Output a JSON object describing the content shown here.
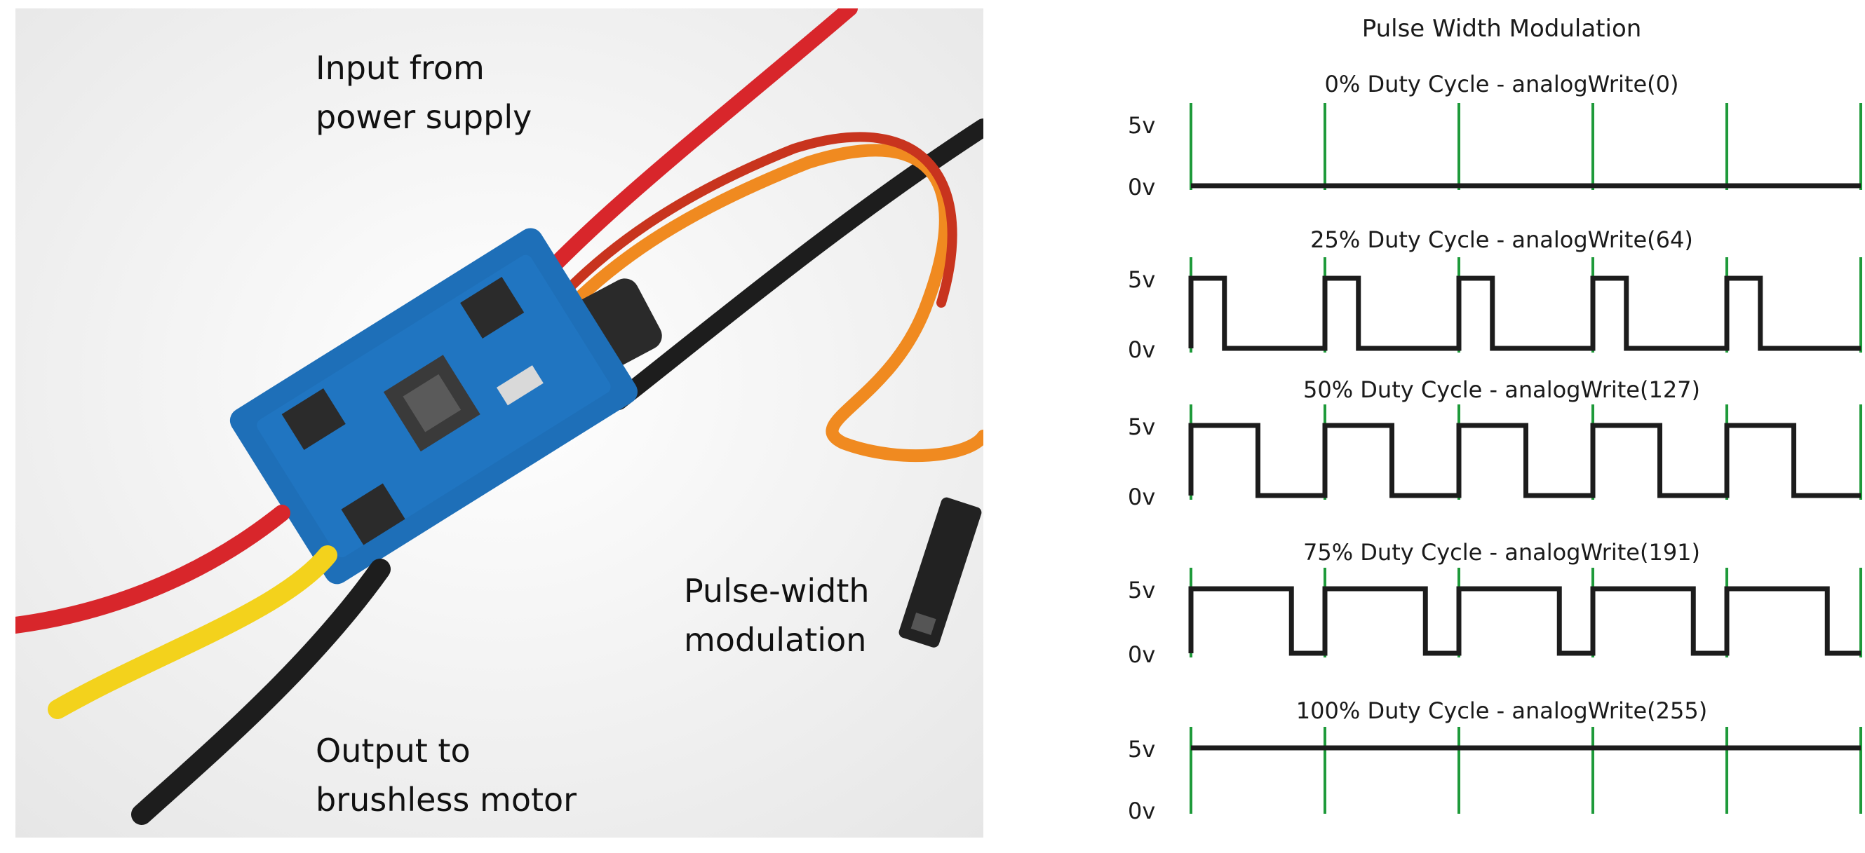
{
  "annotations": {
    "input": [
      "Input from",
      "power supply"
    ],
    "pulse": [
      "Pulse-width",
      "modulation"
    ],
    "output": [
      "Output to",
      "brushless motor"
    ]
  },
  "pwm_diagram": {
    "title": "Pulse Width Modulation",
    "high_label": "5v",
    "low_label": "0v",
    "panels": [
      {
        "caption": "0% Duty Cycle - analogWrite(0)",
        "duty": 0
      },
      {
        "caption": "25% Duty Cycle - analogWrite(64)",
        "duty": 0.25
      },
      {
        "caption": "50% Duty Cycle - analogWrite(127)",
        "duty": 0.5
      },
      {
        "caption": "75% Duty Cycle - analogWrite(191)",
        "duty": 0.75
      },
      {
        "caption": "100% Duty Cycle - analogWrite(255)",
        "duty": 1
      }
    ]
  },
  "colors": {
    "signal": "#1c1c1c",
    "marker": "#1e9a3a",
    "wire_red": "#d8262b",
    "wire_yellow": "#f3d21c",
    "wire_black": "#1d1d1d",
    "wire_orange": "#f08a20",
    "pcb": "#1e6fb8"
  }
}
